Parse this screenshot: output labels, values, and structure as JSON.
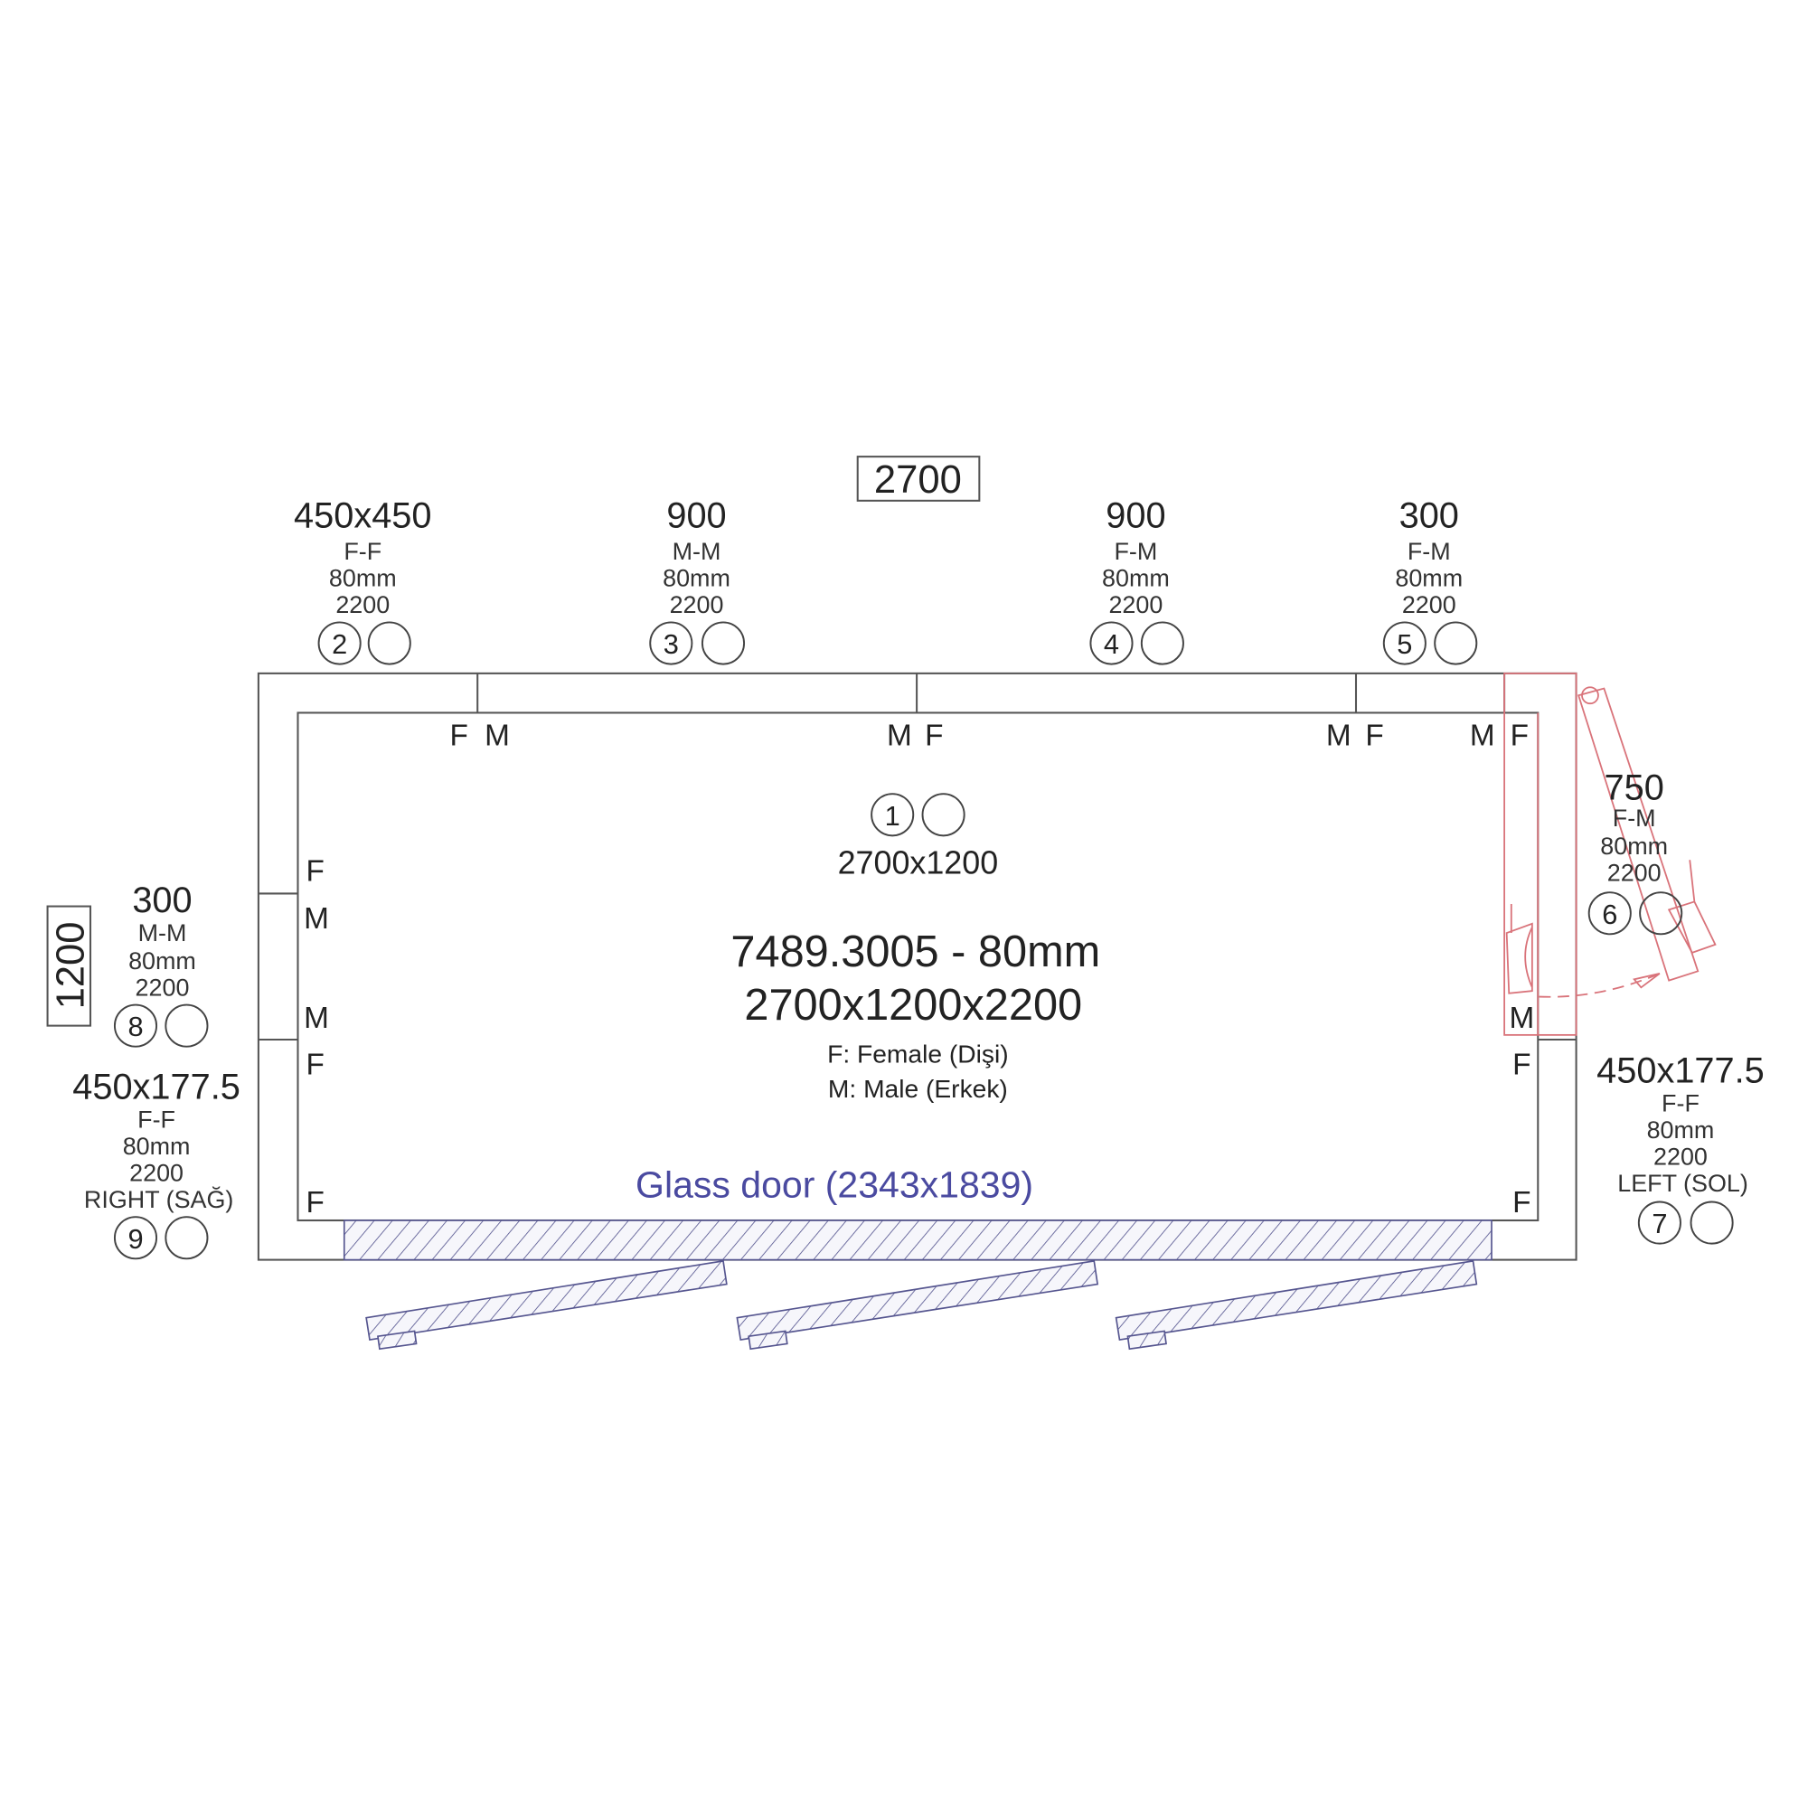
{
  "dimensions": {
    "width_label": "2700",
    "depth_label": "1200"
  },
  "center": {
    "code": "7489.3005 - 80mm",
    "size": "2700x1200x2200",
    "legend_f": "F: Female (Dişi)",
    "legend_m": "M: Male (Erkek)"
  },
  "glass_door": "Glass door (2343x1839)",
  "panels": {
    "p1": {
      "num": "1",
      "size": "2700x1200"
    },
    "p2": {
      "num": "2",
      "size": "450x450",
      "joint": "F-F",
      "thickness": "80mm",
      "height": "2200"
    },
    "p3": {
      "num": "3",
      "size": "900",
      "joint": "M-M",
      "thickness": "80mm",
      "height": "2200"
    },
    "p4": {
      "num": "4",
      "size": "900",
      "joint": "F-M",
      "thickness": "80mm",
      "height": "2200"
    },
    "p5": {
      "num": "5",
      "size": "300",
      "joint": "F-M",
      "thickness": "80mm",
      "height": "2200"
    },
    "p6": {
      "num": "6",
      "size": "750",
      "joint": "F-M",
      "thickness": "80mm",
      "height": "2200"
    },
    "p7": {
      "num": "7",
      "size": "450x177.5",
      "joint": "F-F",
      "thickness": "80mm",
      "height": "2200",
      "side": "LEFT (SOL)"
    },
    "p8": {
      "num": "8",
      "size": "300",
      "joint": "M-M",
      "thickness": "80mm",
      "height": "2200"
    },
    "p9": {
      "num": "9",
      "size": "450x177.5",
      "joint": "F-F",
      "thickness": "80mm",
      "height": "2200",
      "side": "RIGHT (SAĞ)"
    }
  },
  "joints": {
    "top": [
      "F",
      "M",
      "M",
      "F",
      "M",
      "F",
      "M",
      "F"
    ],
    "left": [
      "F",
      "M",
      "M",
      "F",
      "F"
    ],
    "right": [
      "M",
      "F",
      "F"
    ]
  },
  "colors": {
    "line": "#555555",
    "door_swing": "#d9737a",
    "glass": "#55558f"
  }
}
